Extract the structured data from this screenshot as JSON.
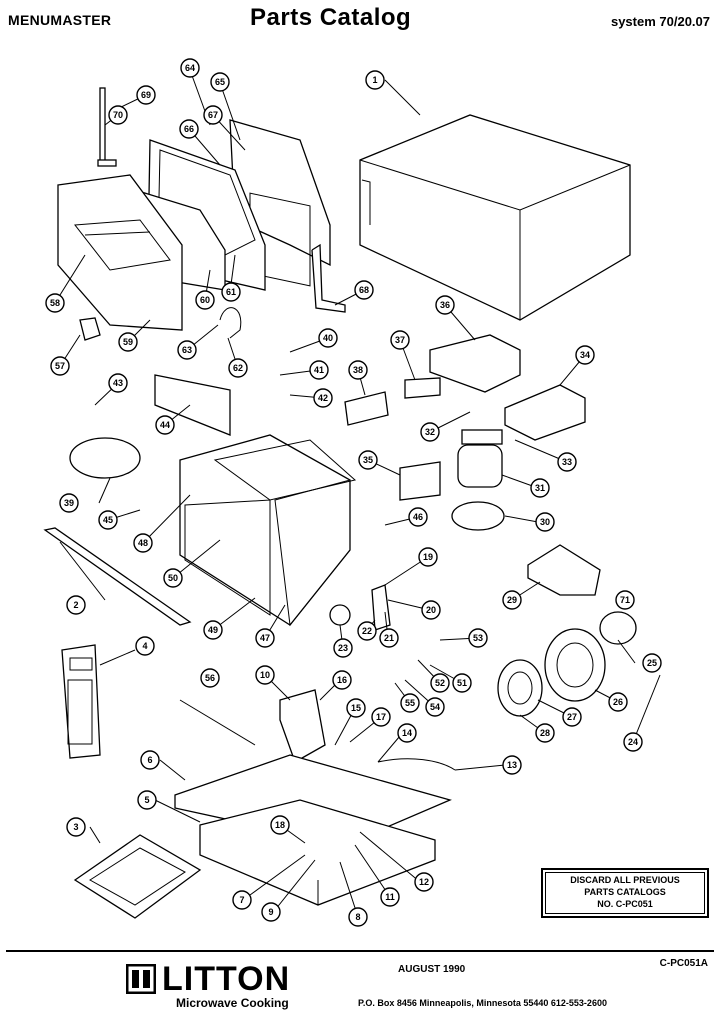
{
  "header": {
    "brand": "MENUMASTER",
    "title": "Parts Catalog",
    "system": "system 70/20.07"
  },
  "callouts": [
    "1",
    "2",
    "3",
    "4",
    "5",
    "6",
    "7",
    "8",
    "9",
    "10",
    "11",
    "12",
    "13",
    "14",
    "15",
    "16",
    "17",
    "18",
    "19",
    "20",
    "21",
    "22",
    "23",
    "28",
    "24",
    "25",
    "26",
    "27",
    "29",
    "30",
    "31",
    "32",
    "33",
    "34",
    "35",
    "36",
    "37",
    "38",
    "39",
    "40",
    "41",
    "42",
    "43",
    "44",
    "45",
    "46",
    "47",
    "48",
    "49",
    "50",
    "51",
    "52",
    "53",
    "54",
    "55",
    "56",
    "57",
    "58",
    "59",
    "60",
    "61",
    "62",
    "63",
    "64",
    "65",
    "66",
    "67",
    "68",
    "69",
    "70",
    "71"
  ],
  "notice": {
    "line1": "DISCARD ALL PREVIOUS",
    "line2": "PARTS CATALOGS",
    "line3": "NO. C-PC051"
  },
  "footer": {
    "logo_text": "LITTON",
    "logo_sub": "Microwave Cooking",
    "date": "AUGUST 1990",
    "doc_id": "C-PC051A",
    "address": "P.O. Box 8456 Minneapolis, Minnesota 55440 612-553-2600"
  }
}
